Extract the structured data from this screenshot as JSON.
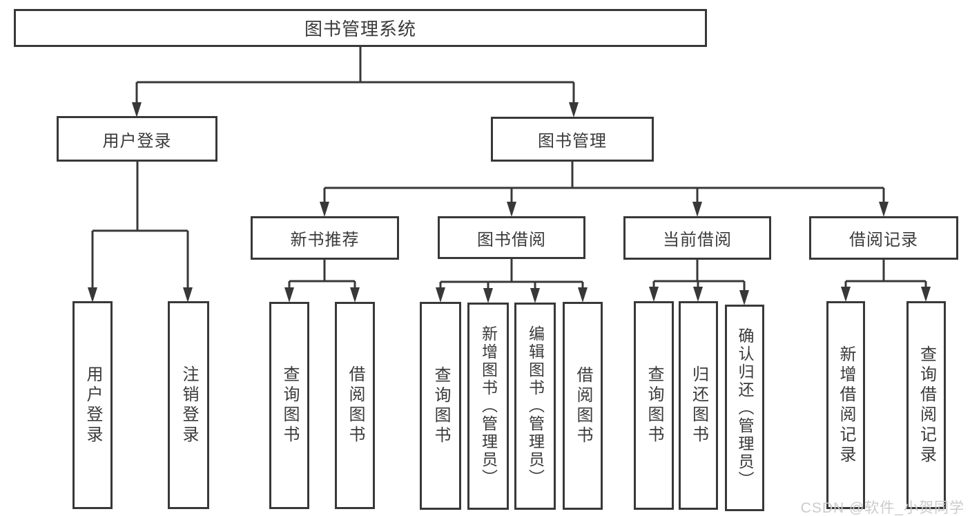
{
  "title": "图书管理系统",
  "watermark": {
    "text": "CSDN @软件_小贺同学"
  },
  "colors": {
    "background": "#ffffff",
    "line": "#383838",
    "box_border": "#383838",
    "text": "#3a3a3a",
    "watermark": "#cbcbcb"
  },
  "tree": {
    "label": "图书管理系统",
    "children": [
      {
        "label": "用户登录",
        "children": [
          {
            "label": "用户登录"
          },
          {
            "label": "注销登录"
          }
        ]
      },
      {
        "label": "图书管理",
        "children": [
          {
            "label": "新书推荐",
            "children": [
              {
                "label": "查询图书"
              },
              {
                "label": "借阅图书"
              }
            ]
          },
          {
            "label": "图书借阅",
            "children": [
              {
                "label": "查询图书"
              },
              {
                "label": "新增图书（管理员）"
              },
              {
                "label": "编辑图书（管理员）"
              },
              {
                "label": "借阅图书"
              }
            ]
          },
          {
            "label": "当前借阅",
            "children": [
              {
                "label": "查询图书"
              },
              {
                "label": "归还图书"
              },
              {
                "label": "确认归还（管理员）"
              }
            ]
          },
          {
            "label": "借阅记录",
            "children": [
              {
                "label": "新增借阅记录"
              },
              {
                "label": "查询借阅记录"
              }
            ]
          }
        ]
      }
    ]
  }
}
